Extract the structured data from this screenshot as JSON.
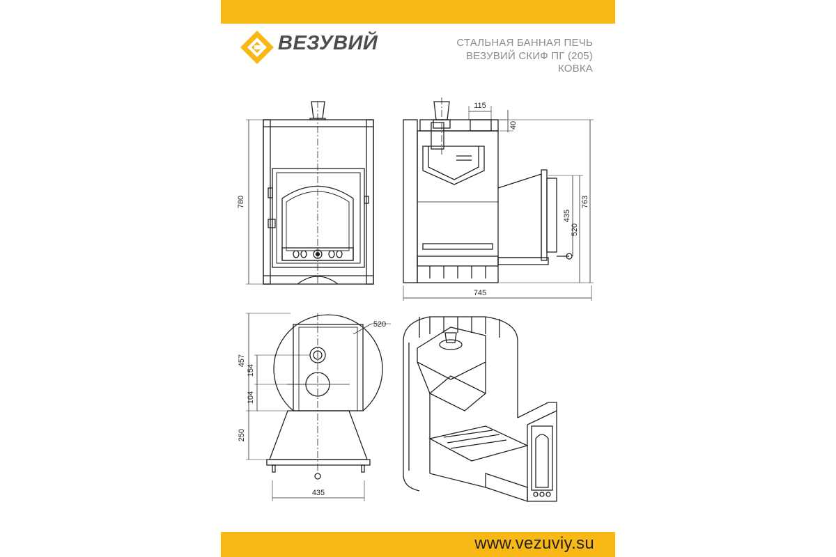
{
  "brand": {
    "name": "ВЕЗУВИЙ",
    "logo_icon": "vezuviy-diamond-logo-icon",
    "accent": "#f8b816"
  },
  "product": {
    "line1": "СТАЛЬНАЯ БАННАЯ ПЕЧЬ",
    "line2": "ВЕЗУВИЙ СКИФ ПГ (205)",
    "line3": "КОВКА"
  },
  "footer": {
    "website": "www.vezuviy.su"
  },
  "dimensions": {
    "front_height": "780",
    "chimney_offset": "115",
    "top_gap": "40",
    "total_height": "763",
    "tunnel_height": "520",
    "door_height": "435",
    "total_depth": "745",
    "body_diameter": "520",
    "plan_depth": "457",
    "chimney_from_front": "154",
    "second_hole_offset": "104",
    "tunnel_length": "250",
    "tunnel_width": "435"
  }
}
